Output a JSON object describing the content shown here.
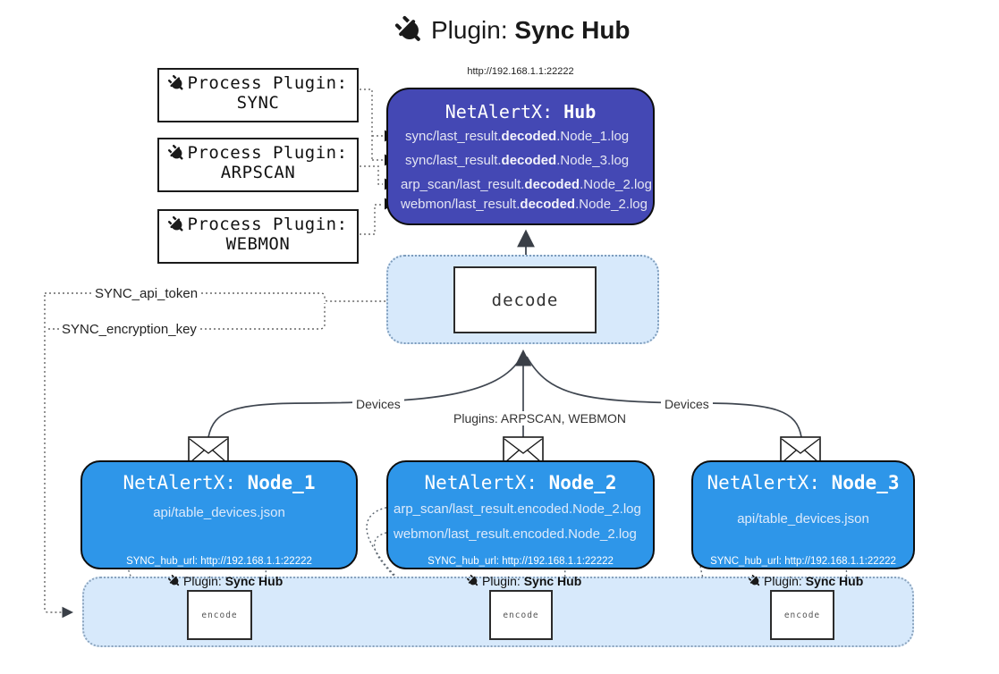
{
  "title": {
    "prefix": "Plugin: ",
    "bold": "Sync Hub"
  },
  "process_plugins": [
    {
      "line1": "Process Plugin:",
      "name": "SYNC"
    },
    {
      "line1": "Process Plugin:",
      "name": "ARPSCAN"
    },
    {
      "line1": "Process Plugin:",
      "name": "WEBMON"
    }
  ],
  "hub": {
    "url": "http://192.168.1.1:22222",
    "title_prefix": "NetAlertX: ",
    "title_bold": "Hub",
    "files": [
      {
        "pre": "sync/last_result.",
        "bold": "decoded",
        "post": ".Node_1.log"
      },
      {
        "pre": "sync/last_result.",
        "bold": "decoded",
        "post": ".Node_3.log"
      },
      {
        "pre": "arp_scan/last_result.",
        "bold": "decoded",
        "post": ".Node_2.log"
      },
      {
        "pre": "webmon/last_result.",
        "bold": "decoded",
        "post": ".Node_2.log"
      }
    ]
  },
  "decode": {
    "label": "decode"
  },
  "secrets": {
    "api_token": "SYNC_api_token",
    "encryption_key": "SYNC_encryption_key"
  },
  "edges": {
    "devices_left": "Devices",
    "plugins_center": "Plugins: ARPSCAN, WEBMON",
    "devices_right": "Devices"
  },
  "nodes": [
    {
      "title_prefix": "NetAlertX: ",
      "title_bold": "Node_1",
      "files": [
        "api/table_devices.json"
      ],
      "hub_url": "SYNC_hub_url: http://192.168.1.1:22222"
    },
    {
      "title_prefix": "NetAlertX: ",
      "title_bold": "Node_2",
      "files": [
        "arp_scan/last_result.encoded.Node_2.log",
        "webmon/last_result.encoded.Node_2.log"
      ],
      "hub_url": "SYNC_hub_url: http://192.168.1.1:22222"
    },
    {
      "title_prefix": "NetAlertX: ",
      "title_bold": "Node_3",
      "files": [
        "api/table_devices.json"
      ],
      "hub_url": "SYNC_hub_url: http://192.168.1.1:22222"
    }
  ],
  "encode_band": {
    "plugin_label_prefix": "Plugin: ",
    "plugin_label_bold": "Sync Hub",
    "encode_label": "encode"
  },
  "colors": {
    "hub_fill": "#4448b4",
    "node_fill": "#2e96e9",
    "band_fill": "#d7e9fb",
    "band_border": "#7d9cbc",
    "text_on_dark": "#ffffff"
  }
}
